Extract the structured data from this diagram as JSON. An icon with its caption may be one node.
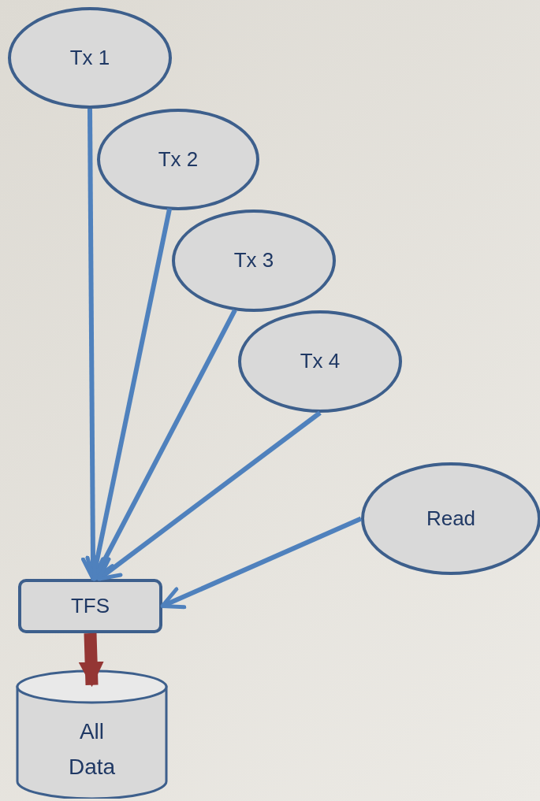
{
  "diagram": {
    "nodes": [
      {
        "text": [
          "Tx 1"
        ]
      },
      {
        "text": [
          "Tx 2"
        ]
      },
      {
        "text": [
          "Tx 3"
        ]
      },
      {
        "text": [
          "Tx 4"
        ]
      },
      {
        "text": [
          "Read"
        ]
      },
      {
        "text": [
          "TFS"
        ]
      },
      {
        "text": [
          "All Data"
        ]
      }
    ],
    "edges": [
      {
        "from": 0,
        "to": 5,
        "arrow": "to"
      },
      {
        "from": 1,
        "to": 5,
        "arrow": "to"
      },
      {
        "from": 2,
        "to": 5,
        "arrow": "to"
      },
      {
        "from": 3,
        "to": 5,
        "arrow": "to"
      },
      {
        "from": 4,
        "to": 5,
        "arrow": "to"
      },
      {
        "from": 5,
        "to": 6,
        "arrow": "to",
        "style": "thick",
        "color": "#943634"
      }
    ]
  }
}
